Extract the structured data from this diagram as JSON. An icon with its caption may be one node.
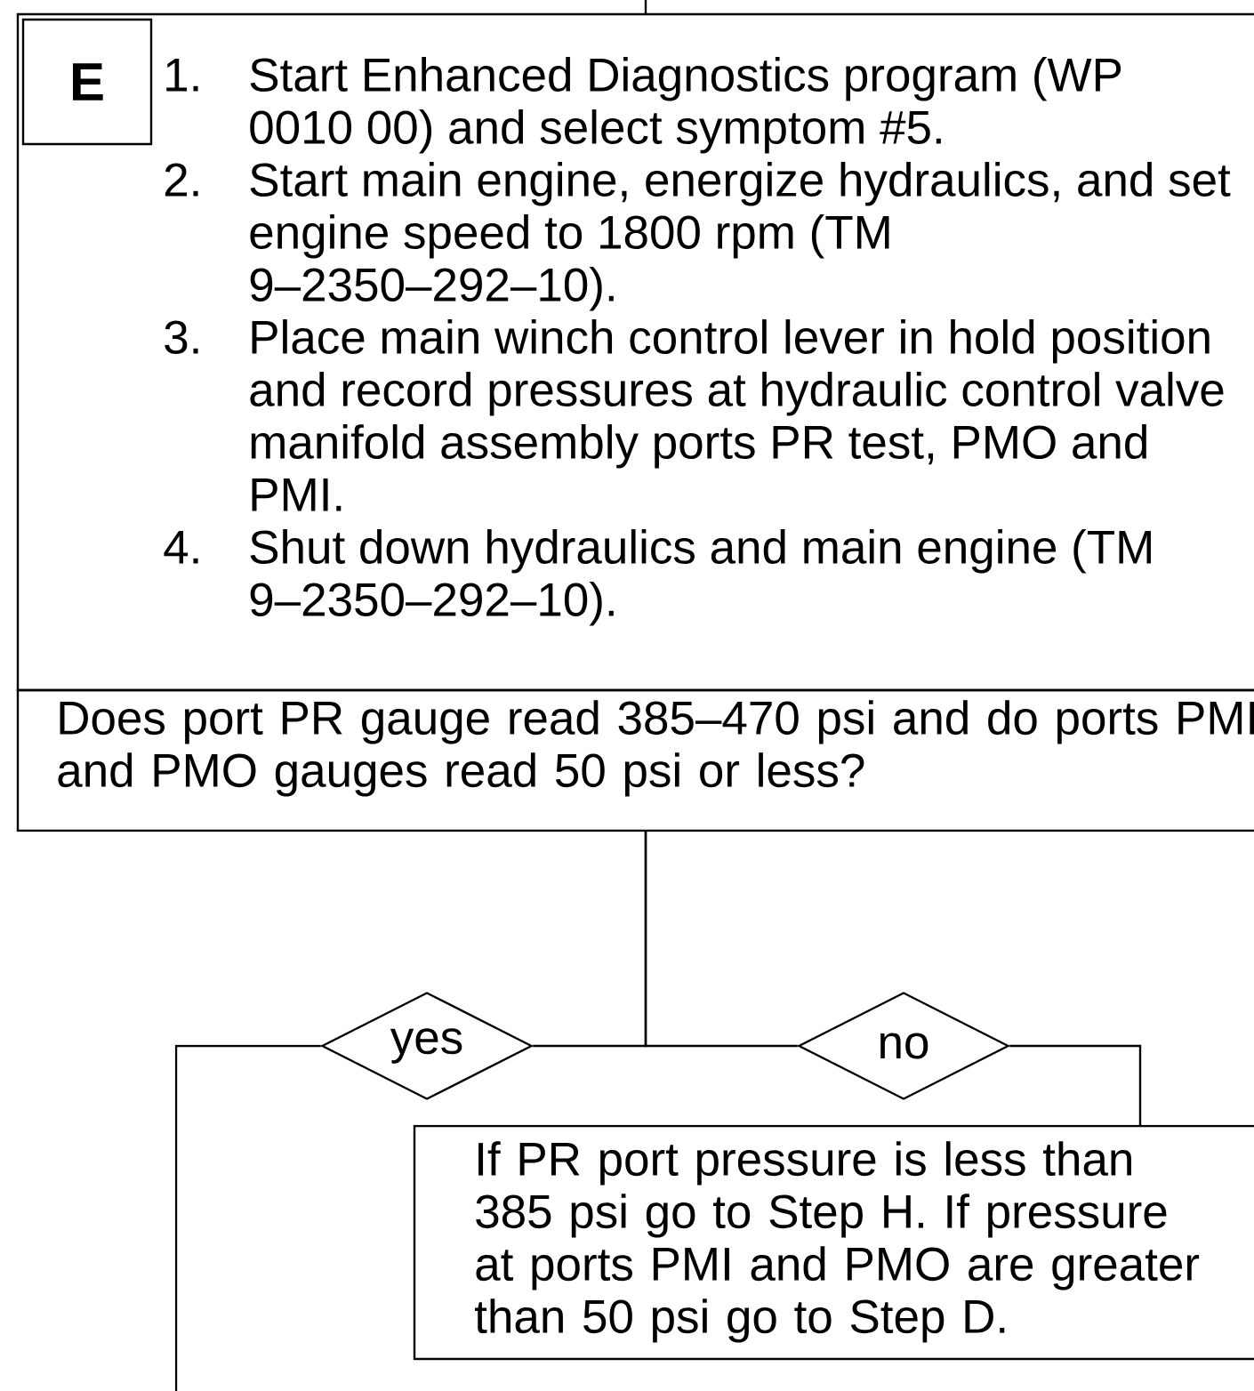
{
  "diagram": {
    "nodes": [
      {
        "text": [
          "Start Enhanced Diagnostics program (WP 0010 00) and select symptom #5.",
          "Start main engine, energize hydraulics, and set engine speed to 1800 rpm (TM 9–2350–292–10).",
          "Place main winch control lever in hold position and record pressures at hydraulic control valve manifold assembly ports PR test, PMO and PMI.",
          "Shut down hydraulics and main engine (TM 9–2350–292–10)."
        ]
      },
      {
        "text": [
          "E"
        ],
        "in": 0
      },
      {
        "text": [
          "Does port PR gauge read 385–470 psi and do ports PMI and PMO gauges read 50 psi or less?"
        ]
      },
      {
        "text": [
          "yes"
        ]
      },
      {
        "text": [
          "no"
        ]
      },
      {
        "text": [
          "If PR port pressure is less than 385 psi go to Step H.  If pressure at ports PMI and PMO are greater than 50 psi go to Step D."
        ]
      }
    ],
    "edges": [
      {
        "from": null,
        "to": 0,
        "arrow": "none"
      },
      {
        "from": 2,
        "to": 3,
        "arrow": "none"
      },
      {
        "from": 2,
        "to": 4,
        "arrow": "none"
      },
      {
        "from": 3,
        "to": null,
        "arrow": "none"
      },
      {
        "from": 4,
        "to": 5,
        "arrow": "none"
      }
    ],
    "labels": [
      "1.",
      "2.",
      "3.",
      "4."
    ]
  }
}
